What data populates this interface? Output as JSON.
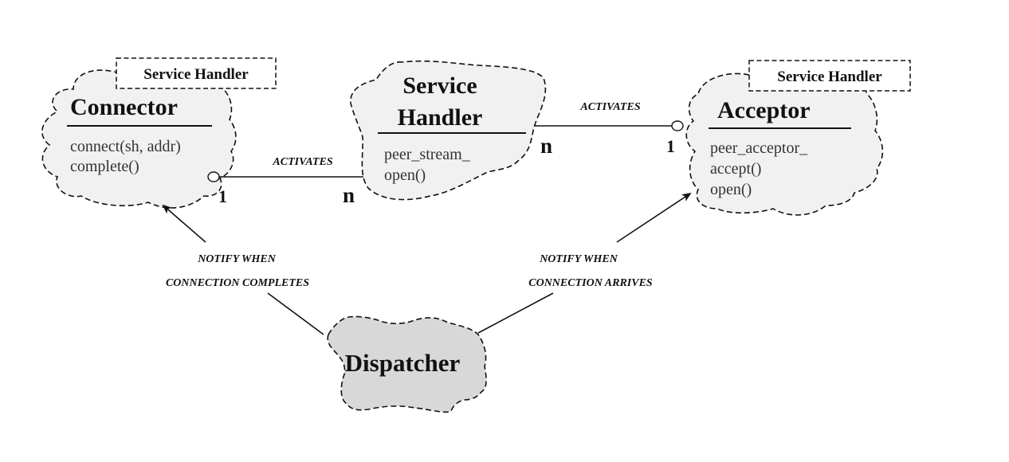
{
  "diagram": {
    "classes": {
      "connector": {
        "stereotype": "Service Handler",
        "name": "Connector",
        "members": [
          "connect(sh, addr)",
          "complete()"
        ]
      },
      "service_handler": {
        "name_line1": "Service",
        "name_line2": "Handler",
        "members": [
          "peer_stream_",
          "open()"
        ]
      },
      "acceptor": {
        "stereotype": "Service Handler",
        "name": "Acceptor",
        "members": [
          "peer_acceptor_",
          "accept()",
          "open()"
        ]
      },
      "dispatcher": {
        "name": "Dispatcher"
      }
    },
    "relations": {
      "connector_to_handler": {
        "label": "ACTIVATES",
        "connector_multiplicity": "1",
        "handler_multiplicity": "n"
      },
      "handler_to_acceptor": {
        "label": "ACTIVATES",
        "handler_multiplicity": "n",
        "acceptor_multiplicity": "1"
      },
      "dispatcher_to_connector": {
        "label_line1": "NOTIFY WHEN",
        "label_line2": "CONNECTION COMPLETES"
      },
      "dispatcher_to_acceptor": {
        "label_line1": "NOTIFY WHEN",
        "label_line2": "CONNECTION ARRIVES"
      }
    }
  }
}
